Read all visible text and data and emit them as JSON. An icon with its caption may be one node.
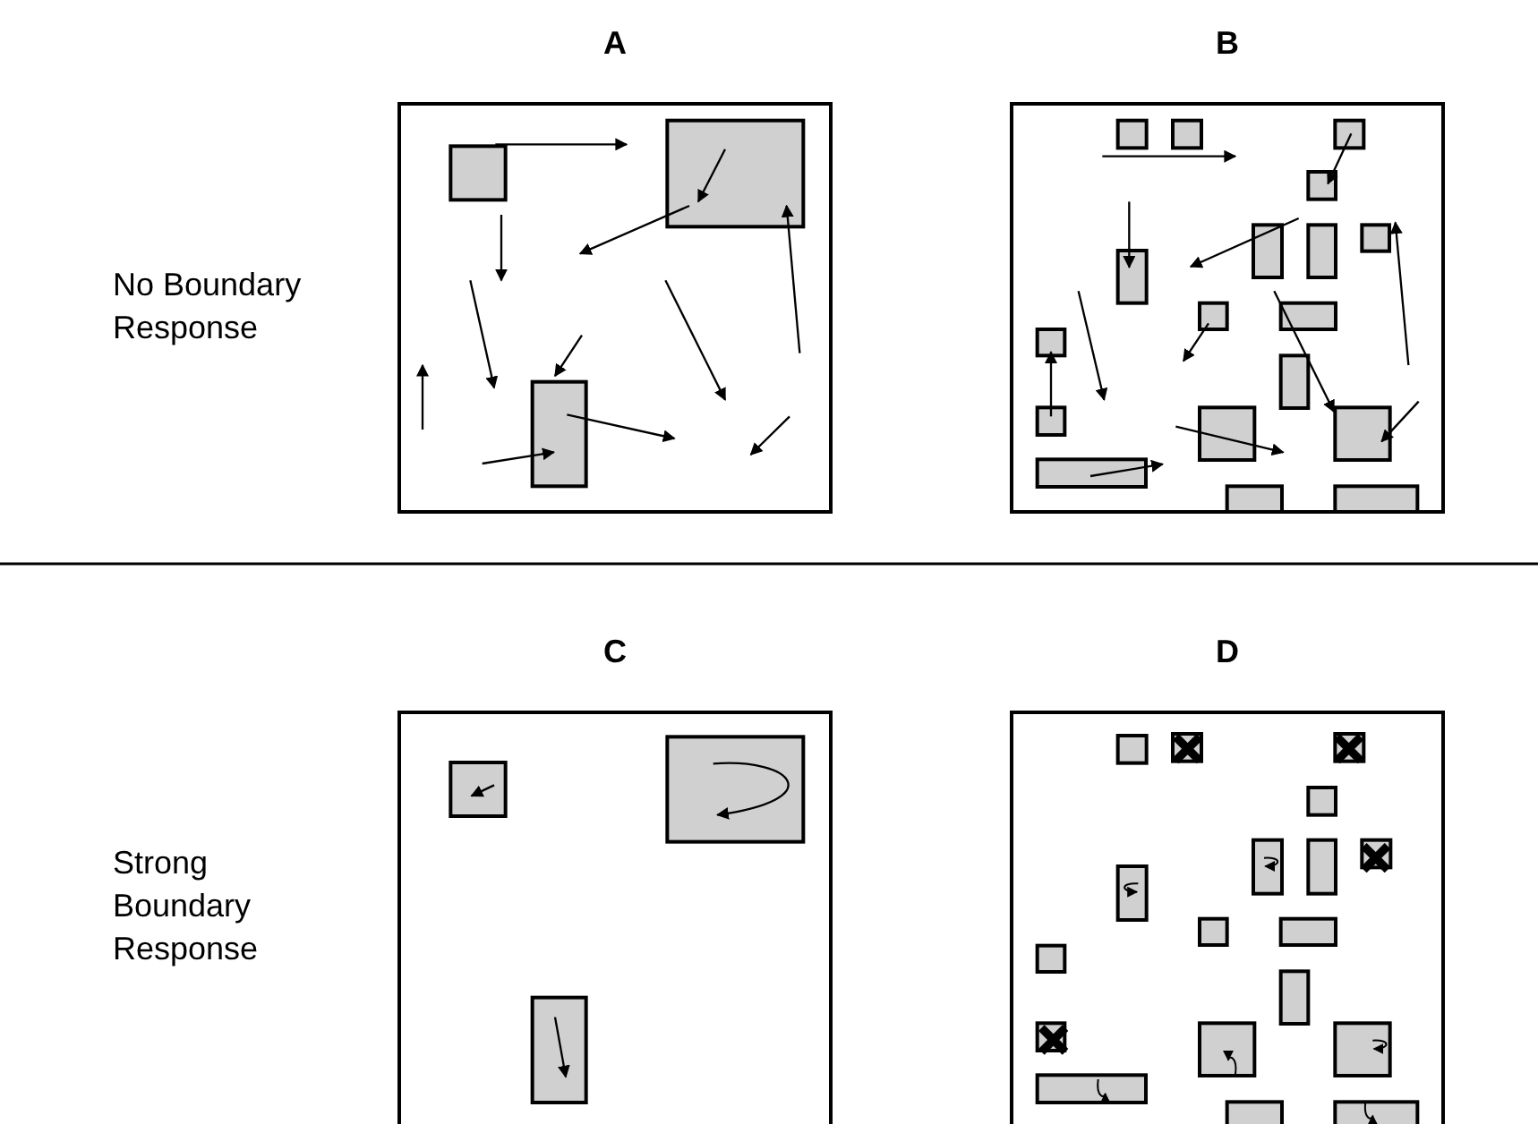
{
  "diagram": {
    "nodes": [
      {
        "text": [
          "A"
        ]
      },
      {
        "text": [
          "B"
        ]
      },
      {
        "text": [
          "C"
        ]
      },
      {
        "text": [
          "D"
        ]
      }
    ],
    "labels": [
      "No Boundary Response",
      "Strong Boundary Response"
    ]
  }
}
